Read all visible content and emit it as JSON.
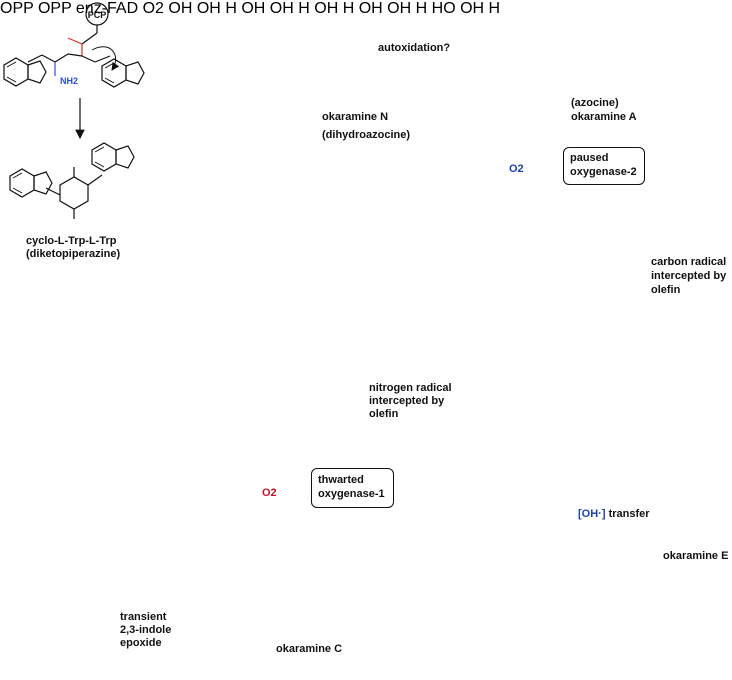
{
  "labels": {
    "pcp": "PCP",
    "nh2": "NH2",
    "cyclo_name": "cyclo-L-Trp-L-Trp",
    "cyclo_sub": "(diketopiperazine)",
    "opp_red": "OPP",
    "opp_blue": "OPP",
    "enz_fad": "enz-FAD",
    "o2_left": "O2",
    "transient": "transient",
    "transient2": "2,3-indole",
    "transient3": "epoxide",
    "okaramine_c": "okaramine C",
    "thwarted_o2": "O2",
    "thwarted1": "thwarted",
    "thwarted2": "oxygenase-1",
    "nitrogen1": "nitrogen radical",
    "nitrogen2": "intercepted by",
    "nitrogen3": "olefin",
    "okaramine_n": "okaramine N",
    "dihydro": "(dihydroazocine)",
    "autox": "autoxidation?",
    "azocine": "(azocine)",
    "okaramine_a": "okaramine A",
    "paused_o2": "O2",
    "paused1": "paused",
    "paused2": "oxygenase-2",
    "carbon1": "carbon radical",
    "carbon2": "intercepted by",
    "carbon3": "olefin",
    "oh_transfer_ion": "[OH·]",
    "oh_transfer_text": "transfer",
    "okaramine_e": "okaramine E"
  },
  "colors": {
    "prenyl_red": "#d8301f",
    "prenyl_blue": "#2a4fd0",
    "ring_green": "#2e8b3e",
    "bond_black": "#111111"
  }
}
